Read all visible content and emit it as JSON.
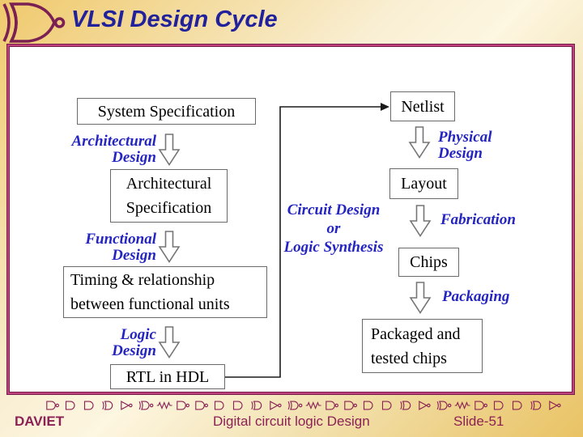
{
  "title": "VLSI Design Cycle",
  "colors": {
    "accent_maroon": "#8B2155",
    "label_blue": "#2424C0",
    "title_blue": "#21219C",
    "panel_border": "#761C4A",
    "panel_border_inner": "#C0437D"
  },
  "logo_icon": "xnor-gate-icon",
  "flowchart": {
    "boxes": {
      "system_spec": {
        "lines": [
          "System Specification"
        ]
      },
      "arch_spec": {
        "lines": [
          "Architectural",
          "Specification"
        ]
      },
      "timing": {
        "lines": [
          "Timing & relationship",
          "between functional units"
        ]
      },
      "rtl": {
        "lines": [
          "RTL in HDL"
        ]
      },
      "netlist": {
        "lines": [
          "Netlist"
        ]
      },
      "layout": {
        "lines": [
          "Layout"
        ]
      },
      "chips": {
        "lines": [
          "Chips"
        ]
      },
      "packaged": {
        "lines": [
          "Packaged and",
          "tested chips"
        ]
      }
    },
    "labels": {
      "architectural": [
        "Architectural",
        "Design"
      ],
      "functional": [
        "Functional",
        "Design"
      ],
      "logic": [
        "Logic",
        "Design"
      ],
      "circuit": [
        "Circuit Design",
        "or",
        "Logic Synthesis"
      ],
      "physical": [
        "Physical",
        "Design"
      ],
      "fabrication": [
        "Fabrication"
      ],
      "packaging": [
        "Packaging"
      ]
    }
  },
  "footer": {
    "institution": "DAVIET",
    "course": "Digital circuit logic Design",
    "slide": "Slide-51",
    "gates": [
      "and-bubble",
      "and",
      "and",
      "xor",
      "not",
      "xor-bubble",
      "resistor",
      "and-bubble",
      "and-bubble",
      "and",
      "and",
      "xor",
      "not",
      "xor-bubble",
      "resistor",
      "and-bubble",
      "and-bubble",
      "and",
      "and",
      "xor",
      "not",
      "xor-bubble",
      "resistor",
      "and-bubble",
      "and",
      "and",
      "xor",
      "not"
    ]
  }
}
